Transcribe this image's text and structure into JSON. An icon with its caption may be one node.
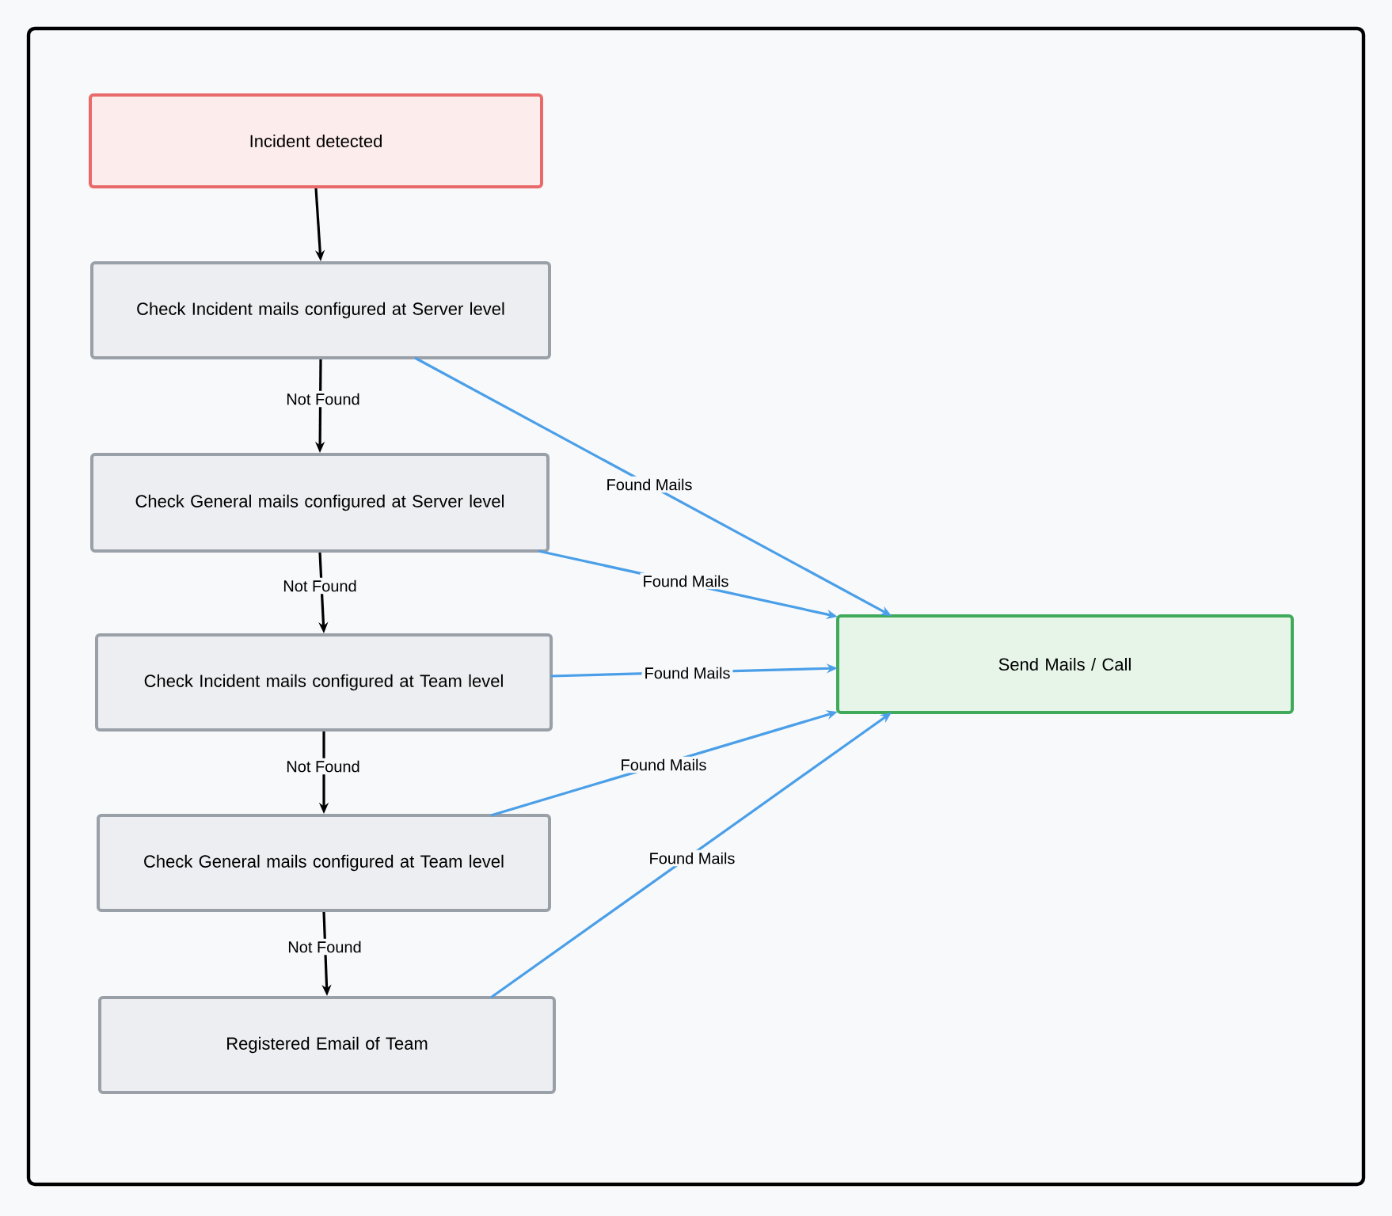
{
  "diagram": {
    "nodes": [
      {
        "text": [
          "Incident detected"
        ]
      },
      {
        "text": [
          "Check Incident mails configured at Server level"
        ]
      },
      {
        "text": [
          "Check General mails configured at Server level"
        ]
      },
      {
        "text": [
          "Check Incident mails configured at Team level"
        ]
      },
      {
        "text": [
          "Check General mails configured at Team level"
        ]
      },
      {
        "text": [
          "Registered Email of Team"
        ]
      },
      {
        "text": [
          "Send Mails / Call"
        ]
      }
    ],
    "edges": [
      {
        "from": 0,
        "to": 1,
        "arrow": "to"
      },
      {
        "from": 1,
        "to": 2,
        "arrow": "to",
        "label": "Not Found"
      },
      {
        "from": 2,
        "to": 3,
        "arrow": "to",
        "label": "Not Found"
      },
      {
        "from": 3,
        "to": 4,
        "arrow": "to",
        "label": "Not Found"
      },
      {
        "from": 4,
        "to": 5,
        "arrow": "to",
        "label": "Not Found"
      },
      {
        "from": 1,
        "to": 6,
        "arrow": "to",
        "label": "Found Mails",
        "color": "#4a9fe8"
      },
      {
        "from": 2,
        "to": 6,
        "arrow": "to",
        "label": "Found Mails",
        "color": "#4a9fe8"
      },
      {
        "from": 3,
        "to": 6,
        "arrow": "to",
        "label": "Found Mails",
        "color": "#4a9fe8"
      },
      {
        "from": 4,
        "to": 6,
        "arrow": "to",
        "label": "Found Mails",
        "color": "#4a9fe8"
      },
      {
        "from": 5,
        "to": 6,
        "arrow": "to",
        "label": "Found Mails",
        "color": "#4a9fe8"
      }
    ]
  }
}
